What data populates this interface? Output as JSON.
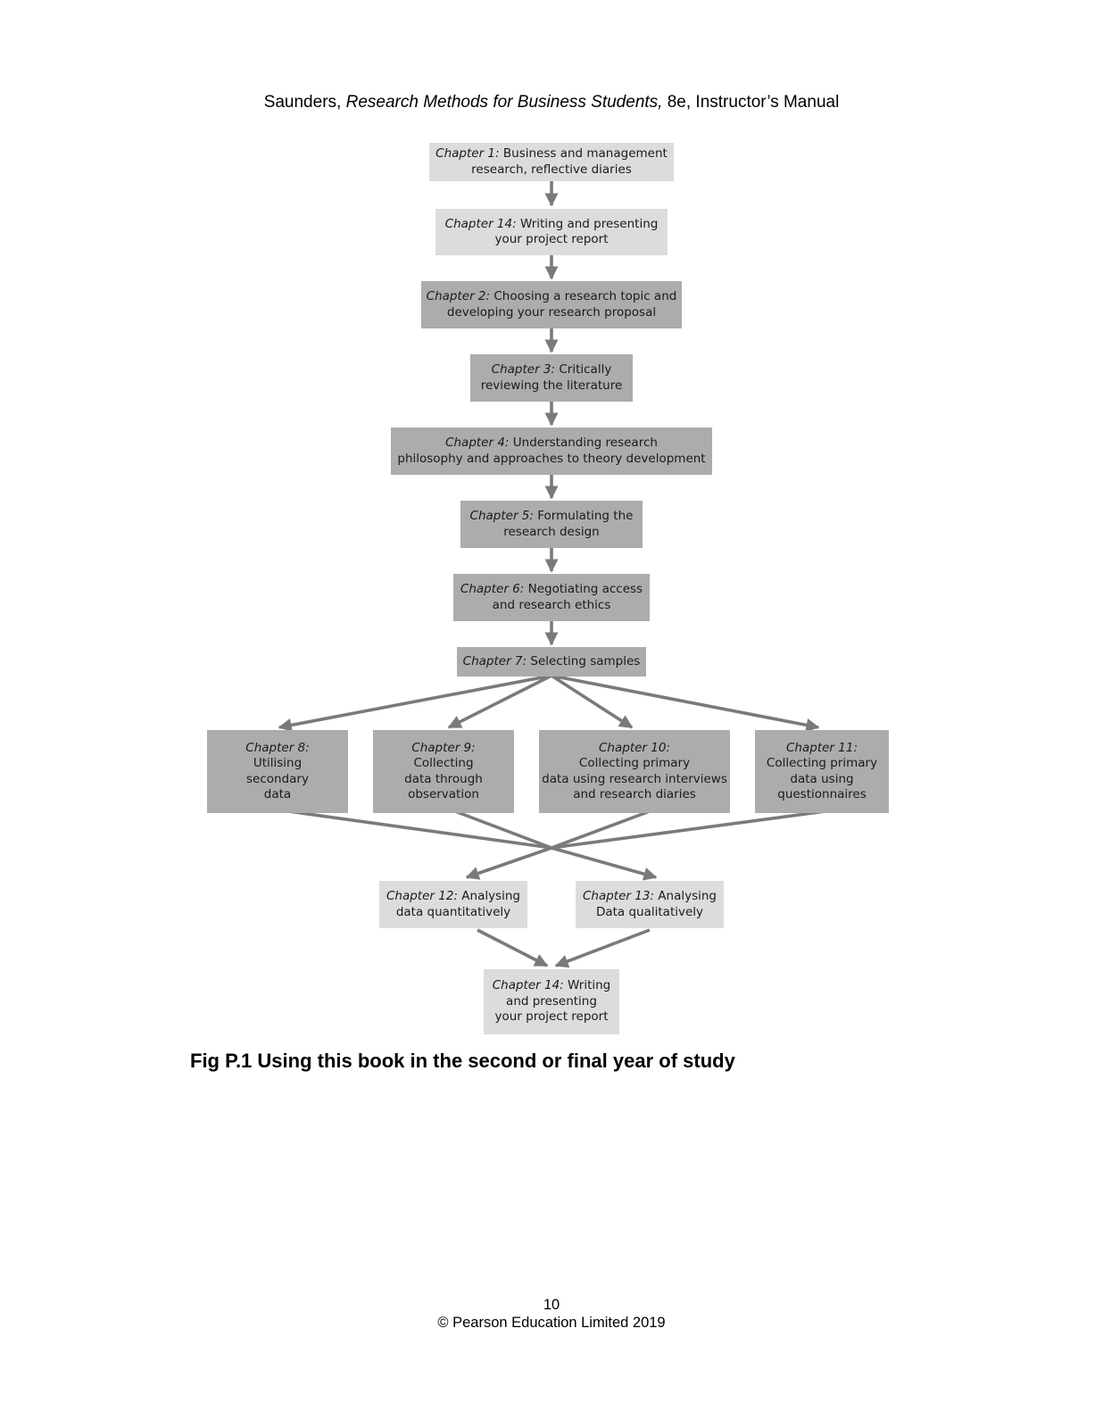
{
  "header": {
    "author": "Saunders,",
    "book_title": "Research Methods for Business Students,",
    "edition": "8e, Instructor’s Manual"
  },
  "diagram": {
    "nodes": [
      {
        "id": "ch1",
        "chapter": "Chapter 1:",
        "lines": [
          "Business and management",
          "research, reflective diaries"
        ]
      },
      {
        "id": "ch14a",
        "chapter": "Chapter 14:",
        "lines": [
          "Writing and presenting",
          "your project report"
        ]
      },
      {
        "id": "ch2",
        "chapter": "Chapter 2:",
        "lines": [
          "Choosing a research topic and",
          "developing your research proposal"
        ]
      },
      {
        "id": "ch3",
        "chapter": "Chapter 3:",
        "lines": [
          "Critically",
          "reviewing the literature"
        ]
      },
      {
        "id": "ch4",
        "chapter": "Chapter 4:",
        "lines": [
          "Understanding research",
          "philosophy and approaches to theory development"
        ]
      },
      {
        "id": "ch5",
        "chapter": "Chapter 5:",
        "lines": [
          "Formulating the",
          "research design"
        ]
      },
      {
        "id": "ch6",
        "chapter": "Chapter 6:",
        "lines": [
          "Negotiating access",
          "and research ethics"
        ]
      },
      {
        "id": "ch7",
        "chapter": "Chapter 7:",
        "lines": [
          "Selecting samples"
        ]
      },
      {
        "id": "ch8",
        "chapter": "Chapter 8:",
        "lines": [
          "Utilising",
          "secondary",
          "data"
        ]
      },
      {
        "id": "ch9",
        "chapter": "Chapter 9:",
        "lines": [
          "Collecting",
          "data through",
          "observation"
        ]
      },
      {
        "id": "ch10",
        "chapter": "Chapter 10:",
        "lines": [
          "Collecting primary",
          "data using research interviews",
          "and research diaries"
        ]
      },
      {
        "id": "ch11",
        "chapter": "Chapter 11:",
        "lines": [
          "Collecting primary",
          "data using",
          "questionnaires"
        ]
      },
      {
        "id": "ch12",
        "chapter": "Chapter 12:",
        "lines": [
          "Analysing",
          "data quantitatively"
        ]
      },
      {
        "id": "ch13",
        "chapter": "Chapter 13:",
        "lines": [
          "Analysing",
          "Data qualitatively"
        ]
      },
      {
        "id": "ch14b",
        "chapter": "Chapter 14:",
        "lines": [
          "Writing",
          "and presenting",
          "your project report"
        ]
      }
    ],
    "colors": {
      "light_box": "#dcdcdc",
      "dark_box": "#acacac",
      "arrow": "#7a7a7a"
    }
  },
  "caption": "Fig P.1 Using this book in the second or final year of study",
  "footer": {
    "page_number": "10",
    "copyright": "© Pearson Education Limited 2019"
  }
}
